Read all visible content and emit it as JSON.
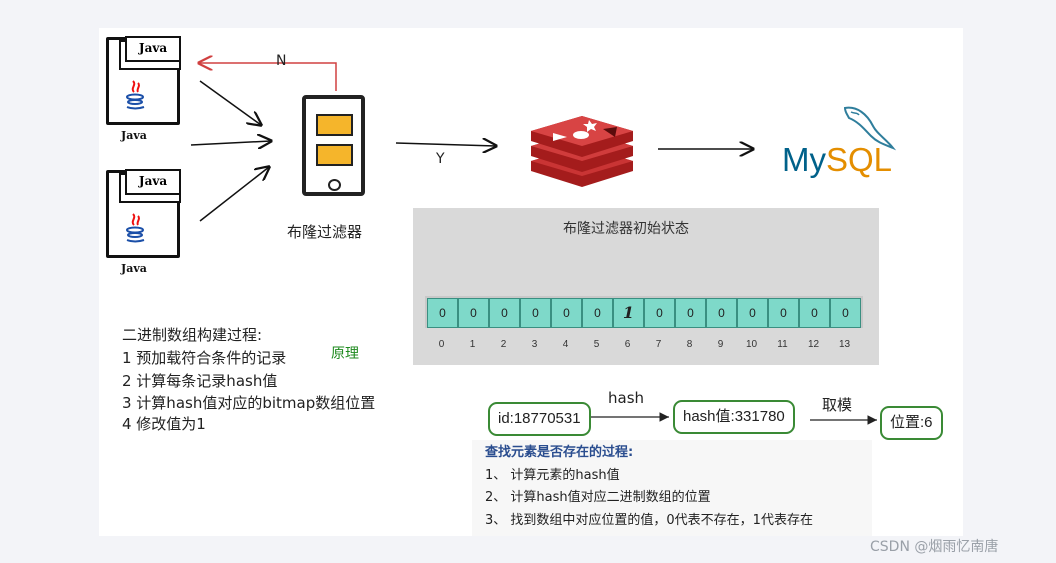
{
  "canvas_background": "#ffffff",
  "clients": [
    {
      "tag": "Java",
      "label": "Java"
    },
    {
      "tag": "Java",
      "label": "Java"
    }
  ],
  "edge_labels": {
    "reject": "N",
    "accept": "Y"
  },
  "filter_label": "布隆过滤器",
  "mysql": {
    "my": "My",
    "sql": "SQL",
    "my_color": "#00618a",
    "sql_color": "#e48e00"
  },
  "bitmap": {
    "title": "布隆过滤器初始状态",
    "cells": [
      "0",
      "0",
      "0",
      "0",
      "0",
      "0",
      "1",
      "0",
      "0",
      "0",
      "0",
      "0",
      "0",
      "0"
    ],
    "indices": [
      "0",
      "1",
      "2",
      "3",
      "4",
      "5",
      "6",
      "7",
      "8",
      "9",
      "10",
      "11",
      "12",
      "13"
    ],
    "cell_color": "#7ed9c9"
  },
  "build_process": {
    "title": "二进制数组构建过程:",
    "steps": [
      "1 预加载符合条件的记录",
      "2 计算每条记录hash值",
      "3 计算hash值对应的bitmap数组位置",
      "4 修改值为1"
    ]
  },
  "principle_label": "原理",
  "lookup": {
    "id_node": "id:18770531",
    "hash_edge": "hash",
    "hash_node": "hash值:331780",
    "mod_edge": "取模",
    "position_node": "位置:6"
  },
  "search_process": {
    "title": "查找元素是否存在的过程:",
    "steps": [
      "1、 计算元素的hash值",
      "2、 计算hash值对应二进制数组的位置",
      "3、 找到数组中对应位置的值，0代表不存在，1代表存在"
    ]
  },
  "watermark": "CSDN @烟雨忆南唐"
}
